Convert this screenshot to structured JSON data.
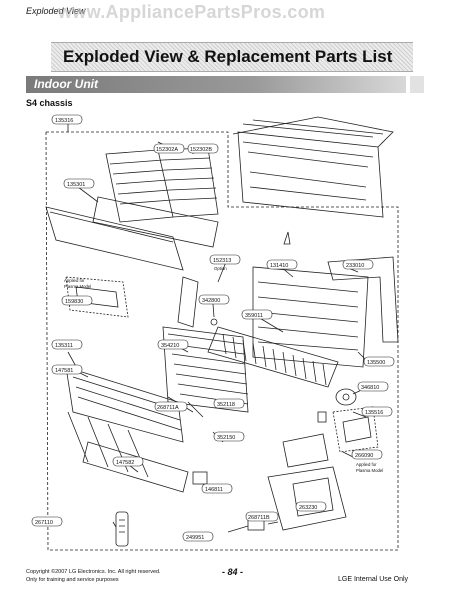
{
  "header": {
    "top_label": "Exploded View",
    "watermark": "www.AppliancePartsPros.com"
  },
  "title": "Exploded View & Replacement Parts List",
  "section": "Indoor Unit",
  "chassis": "S4 chassis",
  "part_labels": {
    "p135316": "135316",
    "p152302a": "152302A",
    "p152302b": "152302B",
    "p135301": "135301",
    "p152313": "152313",
    "p131410": "131410",
    "p233010": "233010",
    "p159830": "159830",
    "p342800": "342800",
    "p359011": "359011",
    "p135311": "135311",
    "p354210": "354210",
    "p135500": "135500",
    "p147581": "147581",
    "p346810": "346810",
    "p268711a": "268711A",
    "p352118": "352118",
    "p135516": "135516",
    "p352150": "352150",
    "p266090": "266090",
    "p147582": "147582",
    "p268711b": "268711B",
    "p263230": "263230",
    "p146811": "146811",
    "p267110": "267110",
    "p249951": "249951"
  },
  "notes": {
    "option": "Option",
    "applied_plasma_1a": "Applied for",
    "applied_plasma_1b": "Plasma Model",
    "applied_plasma_2a": "Applied for",
    "applied_plasma_2b": "Plasma Model"
  },
  "footer": {
    "copyright_line1": "Copyright ©2007 LG Electronics. Inc. All right reserved.",
    "copyright_line2": "Only for training and service purposes",
    "page_number": "- 84 -",
    "internal_use": "LGE Internal Use Only"
  }
}
